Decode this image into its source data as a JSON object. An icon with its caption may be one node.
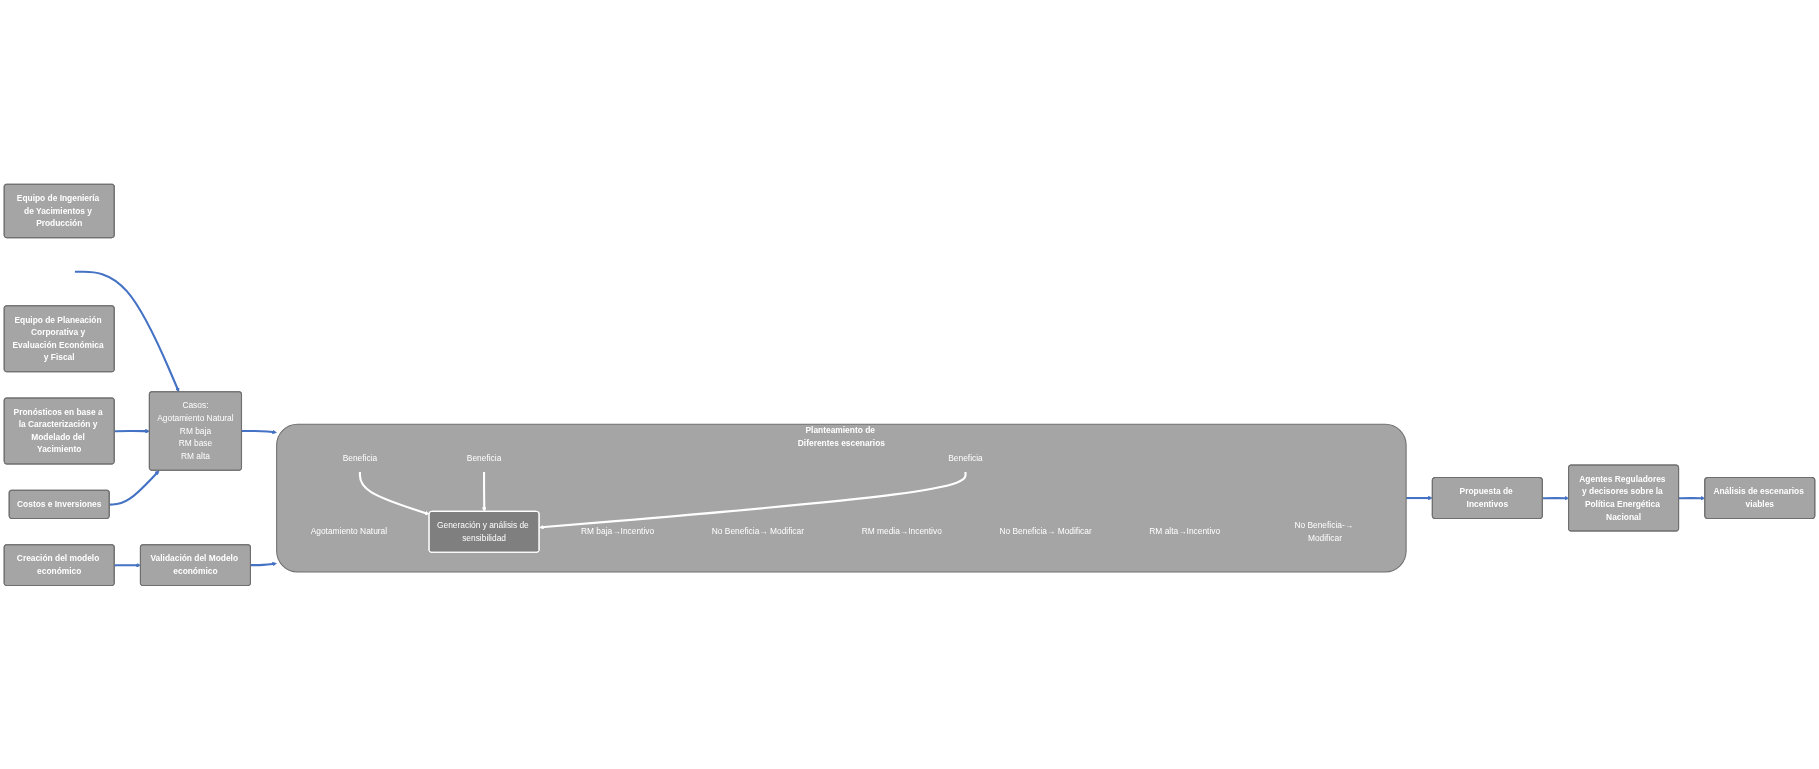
{
  "diagram": {
    "nodes": [
      {
        "text": [
          "Equipo de Ingeniería de Yacimientos y Producción"
        ]
      },
      {
        "text": [
          "Pronósticos en base a la Caracterización y Modelado del Yacimiento"
        ]
      },
      {
        "text": [
          "Casos:",
          "Agotamiento Natural",
          "RM baja",
          "RM base",
          "RM alta"
        ]
      },
      {
        "text": [
          "Equipo de Planeación Corporativa y Evaluación Económica y Fiscal"
        ]
      },
      {
        "text": [
          "Costos e Inversiones"
        ]
      },
      {
        "text": [
          "Creación del modelo económico"
        ]
      },
      {
        "text": [
          "Validación del Modelo económico"
        ]
      },
      {
        "text": [
          "Planteamiento de Diferentes escenarios"
        ]
      },
      {
        "text": [
          "Agotamiento Natural"
        ],
        "in": 7
      },
      {
        "text": [
          "RM baja→Incentivo"
        ],
        "in": 7
      },
      {
        "text": [
          "Beneficia"
        ],
        "in": 7
      },
      {
        "text": [
          "No Beneficia→ Modificar"
        ],
        "in": 7
      },
      {
        "text": [
          "RM media→Incentivo"
        ],
        "in": 7
      },
      {
        "text": [
          "Beneficia"
        ],
        "in": 7
      },
      {
        "text": [
          "No Beneficia→ Modificar"
        ],
        "in": 7
      },
      {
        "text": [
          "RM alta→Incentivo"
        ],
        "in": 7
      },
      {
        "text": [
          "Beneficia"
        ],
        "in": 7
      },
      {
        "text": [
          "No Beneficia-→ Modificar"
        ],
        "in": 7
      },
      {
        "text": [
          "Generación y análisis de sensibilidad"
        ],
        "in": 7
      },
      {
        "text": [
          "Propuesta de Incentivos"
        ]
      },
      {
        "text": [
          "Agentes Reguladores y decisores sobre la Política Energética Nacional"
        ]
      },
      {
        "text": [
          "Análisis de escenarios viables"
        ]
      }
    ],
    "edges": [
      {
        "from": null,
        "to": 2,
        "arrow": "to"
      },
      {
        "from": 1,
        "to": 2,
        "arrow": "to"
      },
      {
        "from": 4,
        "to": 2,
        "arrow": "to"
      },
      {
        "from": 2,
        "to": 7,
        "arrow": "to"
      },
      {
        "from": 5,
        "to": 6,
        "arrow": "to"
      },
      {
        "from": 6,
        "to": 7,
        "arrow": "to"
      },
      {
        "from": 7,
        "to": 19,
        "arrow": "to"
      },
      {
        "from": 19,
        "to": 20,
        "arrow": "to"
      },
      {
        "from": 20,
        "to": 21,
        "arrow": "to"
      },
      {
        "from": 10,
        "to": 18,
        "arrow": "to",
        "color": "#ffffff"
      },
      {
        "from": 13,
        "to": 18,
        "arrow": "to",
        "color": "#ffffff"
      },
      {
        "from": 16,
        "to": 18,
        "arrow": "to",
        "color": "#ffffff"
      }
    ]
  }
}
